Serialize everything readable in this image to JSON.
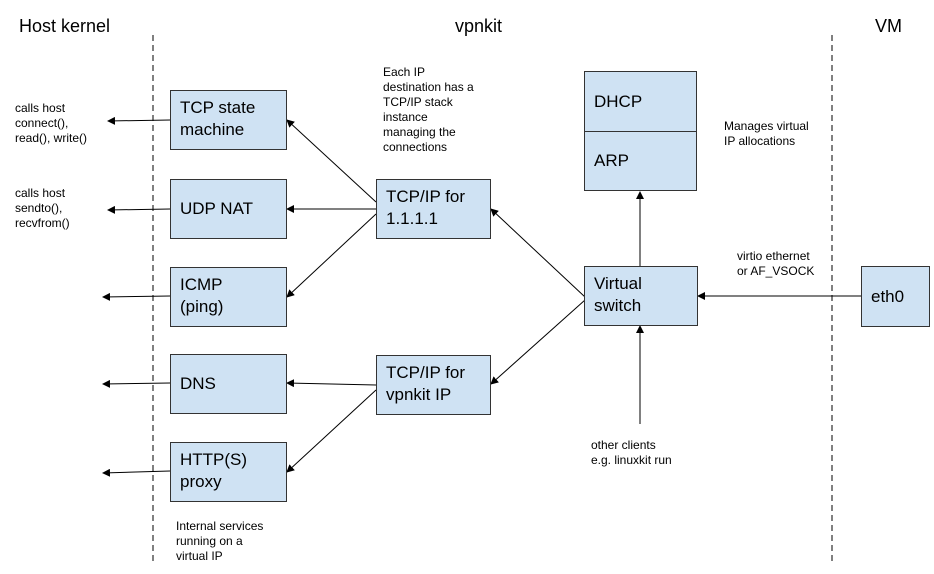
{
  "headers": {
    "host_kernel": "Host kernel",
    "vpnkit": "vpnkit",
    "vm": "VM"
  },
  "boxes": {
    "tcp_state_machine": "TCP state\nmachine",
    "udp_nat": "UDP NAT",
    "icmp": "ICMP\n(ping)",
    "dns": "DNS",
    "http_proxy": "HTTP(S)\nproxy",
    "tcpip_1111": "TCP/IP for\n1.1.1.1",
    "tcpip_vpnkit": "TCP/IP for\nvpnkit IP",
    "dhcp": "DHCP",
    "arp": "ARP",
    "virtual_switch": "Virtual\nswitch",
    "eth0": "eth0"
  },
  "notes": {
    "calls_connect": "calls host\nconnect(),\nread(), write()",
    "calls_sendto": "calls host\nsendto(),\nrecvfrom()",
    "each_ip": "Each IP\ndestination has a\nTCP/IP stack\ninstance\nmanaging the\nconnections",
    "manages_ip": "Manages virtual\nIP allocations",
    "virtio": "virtio ethernet\nor AF_VSOCK",
    "other_clients": "other clients\ne.g. linuxkit run",
    "internal_services": "Internal services\nrunning on a\nvirtual IP"
  },
  "colors": {
    "box_fill": "#cfe2f3",
    "line": "#000000"
  }
}
